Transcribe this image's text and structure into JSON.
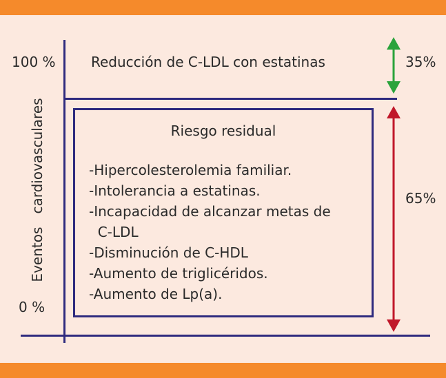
{
  "axis": {
    "y_title": "Eventos   cardiovasculares",
    "top_tick": "100 %",
    "bottom_tick": "0 %"
  },
  "statin_reduction": {
    "label": "Reducción de C-LDL con estatinas",
    "percent": "35%",
    "color": "#2aa33b"
  },
  "residual_risk": {
    "title": "Riesgo residual",
    "percent": "65%",
    "color": "#c0182a",
    "items": [
      "-Hipercolesterolemia familiar.",
      "-Intolerancia a estatinas.",
      "-Incapacidad de alcanzar metas de",
      "  C-LDL",
      "-Disminución de C-HDL",
      "-Aumento de triglicéridos.",
      "-Aumento de Lp(a)."
    ]
  },
  "colors": {
    "background": "#fce9df",
    "band": "#f58a2b",
    "lines": "#2e2a7e"
  }
}
